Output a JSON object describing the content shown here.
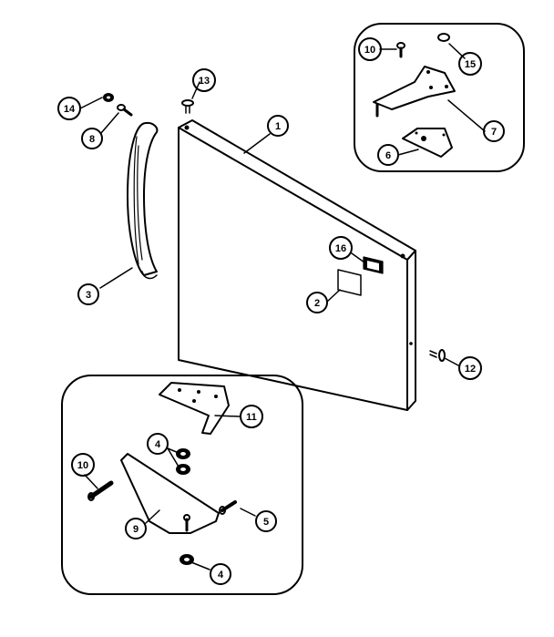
{
  "callouts": {
    "c1": "1",
    "c2": "2",
    "c3": "3",
    "c4a": "4",
    "c4b": "4",
    "c5": "5",
    "c6": "6",
    "c7": "7",
    "c8": "8",
    "c9": "9",
    "c10a": "10",
    "c10b": "10",
    "c11": "11",
    "c12": "12",
    "c13": "13",
    "c14": "14",
    "c15": "15",
    "c16": "16"
  }
}
